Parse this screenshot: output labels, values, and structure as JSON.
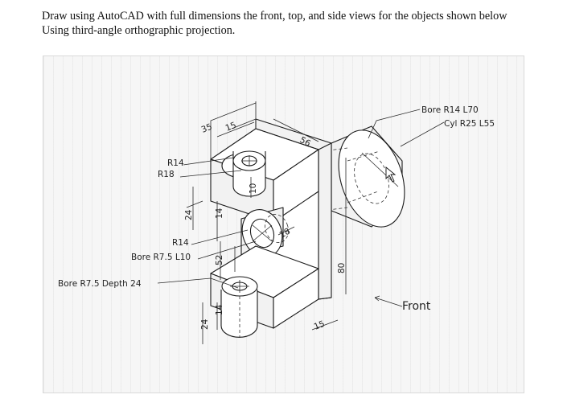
{
  "prompt": {
    "line1": "Draw using AutoCAD with full dimensions the front, top, and side views for the objects shown below",
    "line2": "Using third-angle orthographic projection."
  },
  "drawing": {
    "dimensions": {
      "d35": "35",
      "d15_top": "15",
      "d56": "56",
      "d10": "10",
      "d24_upper": "24",
      "d14_upper": "14",
      "d52": "52",
      "d80": "80",
      "d24_lower": "24",
      "d14_lower": "14",
      "d15_bottom": "15",
      "d18": "18"
    },
    "notes": {
      "r14_top": "R14",
      "r18": "R18",
      "r14_mid": "R14",
      "bore_r7_5_l10": "Bore R7.5 L10",
      "bore_r7_5_depth24": "Bore R7.5 Depth 24",
      "bore_r14_l70": "Bore R14 L70",
      "cyl_r25_l55": "Cyl R25 L55"
    },
    "front_label": "Front"
  }
}
